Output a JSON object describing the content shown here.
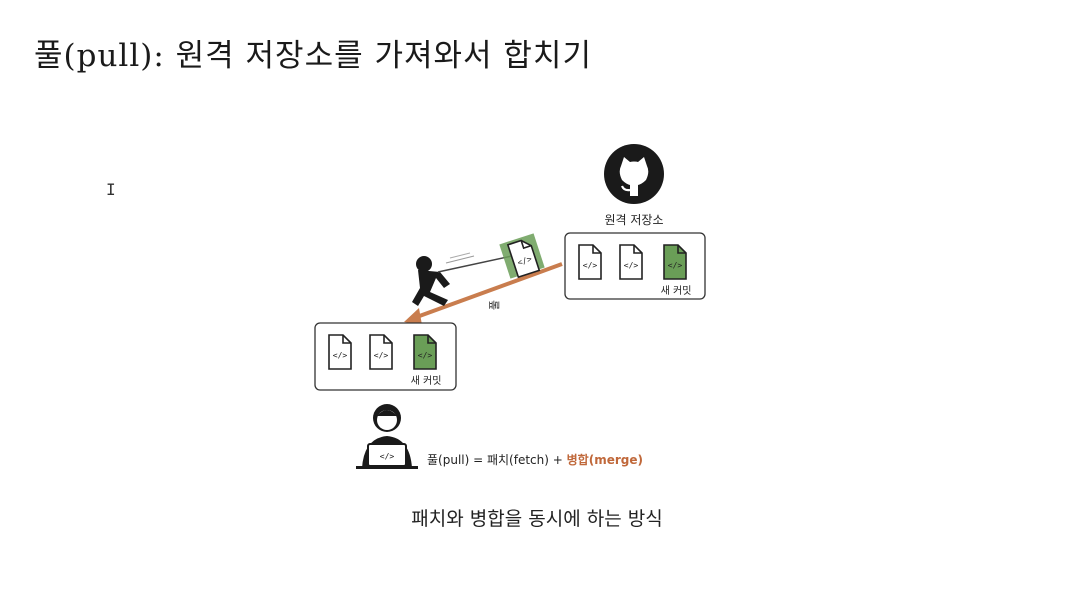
{
  "slide": {
    "title": "풀(pull): 원격 저장소를 가져와서 합치기",
    "caption": "패치와 병합을 동시에 하는 방식"
  },
  "diagram": {
    "remote_label": "원격 저장소",
    "remote_new_commit_label": "새 커밋",
    "local_new_commit_label": "새 커밋",
    "arrow_label": "풀",
    "formula_prefix": "풀(pull) = 패치(fetch) + ",
    "formula_highlight": "병합(merge)",
    "colors": {
      "commit_green": "#6a9e57",
      "arrow_orange": "#c97d4e",
      "merge_text": "#c0683a"
    },
    "icons": [
      "github-icon",
      "code-file-icon",
      "person-pulling-icon",
      "developer-laptop-icon",
      "text-cursor-icon"
    ]
  }
}
